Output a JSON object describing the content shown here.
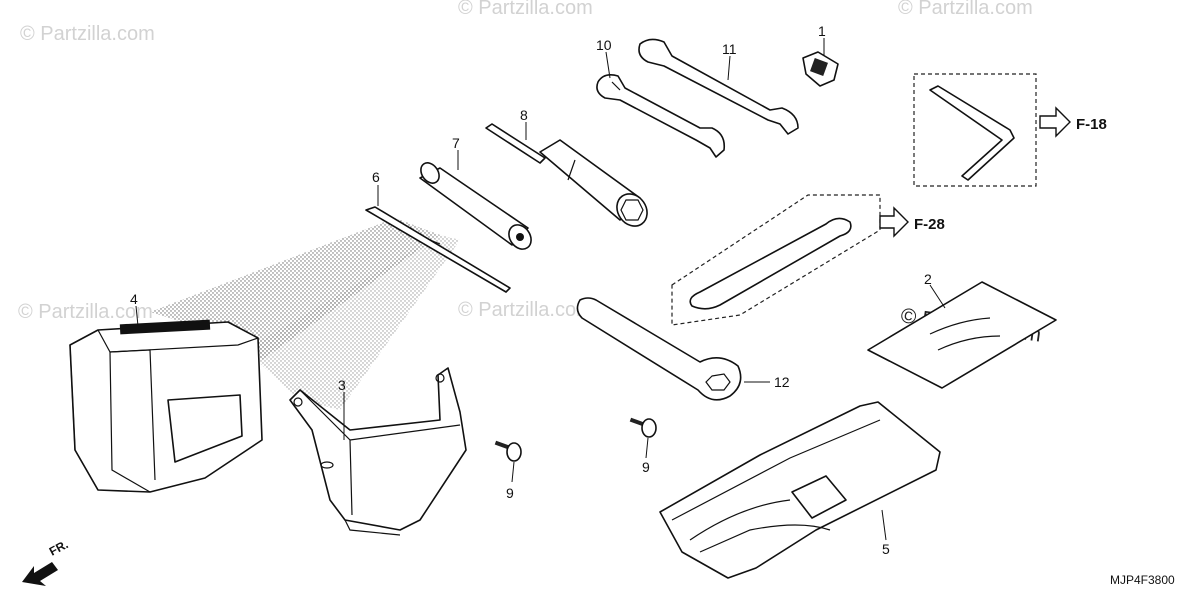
{
  "watermarks": {
    "text": "© Partzilla.com"
  },
  "callouts": {
    "c1": "1",
    "c2": "2",
    "c3": "3",
    "c4": "4",
    "c5": "5",
    "c6": "6",
    "c7": "7",
    "c8": "8",
    "c9a": "9",
    "c9b": "9",
    "c10": "10",
    "c11": "11",
    "c12": "12"
  },
  "references": {
    "f18": "F-18",
    "f28": "F-28"
  },
  "direction_label": "FR.",
  "diagram_code": "MJP4F3800"
}
